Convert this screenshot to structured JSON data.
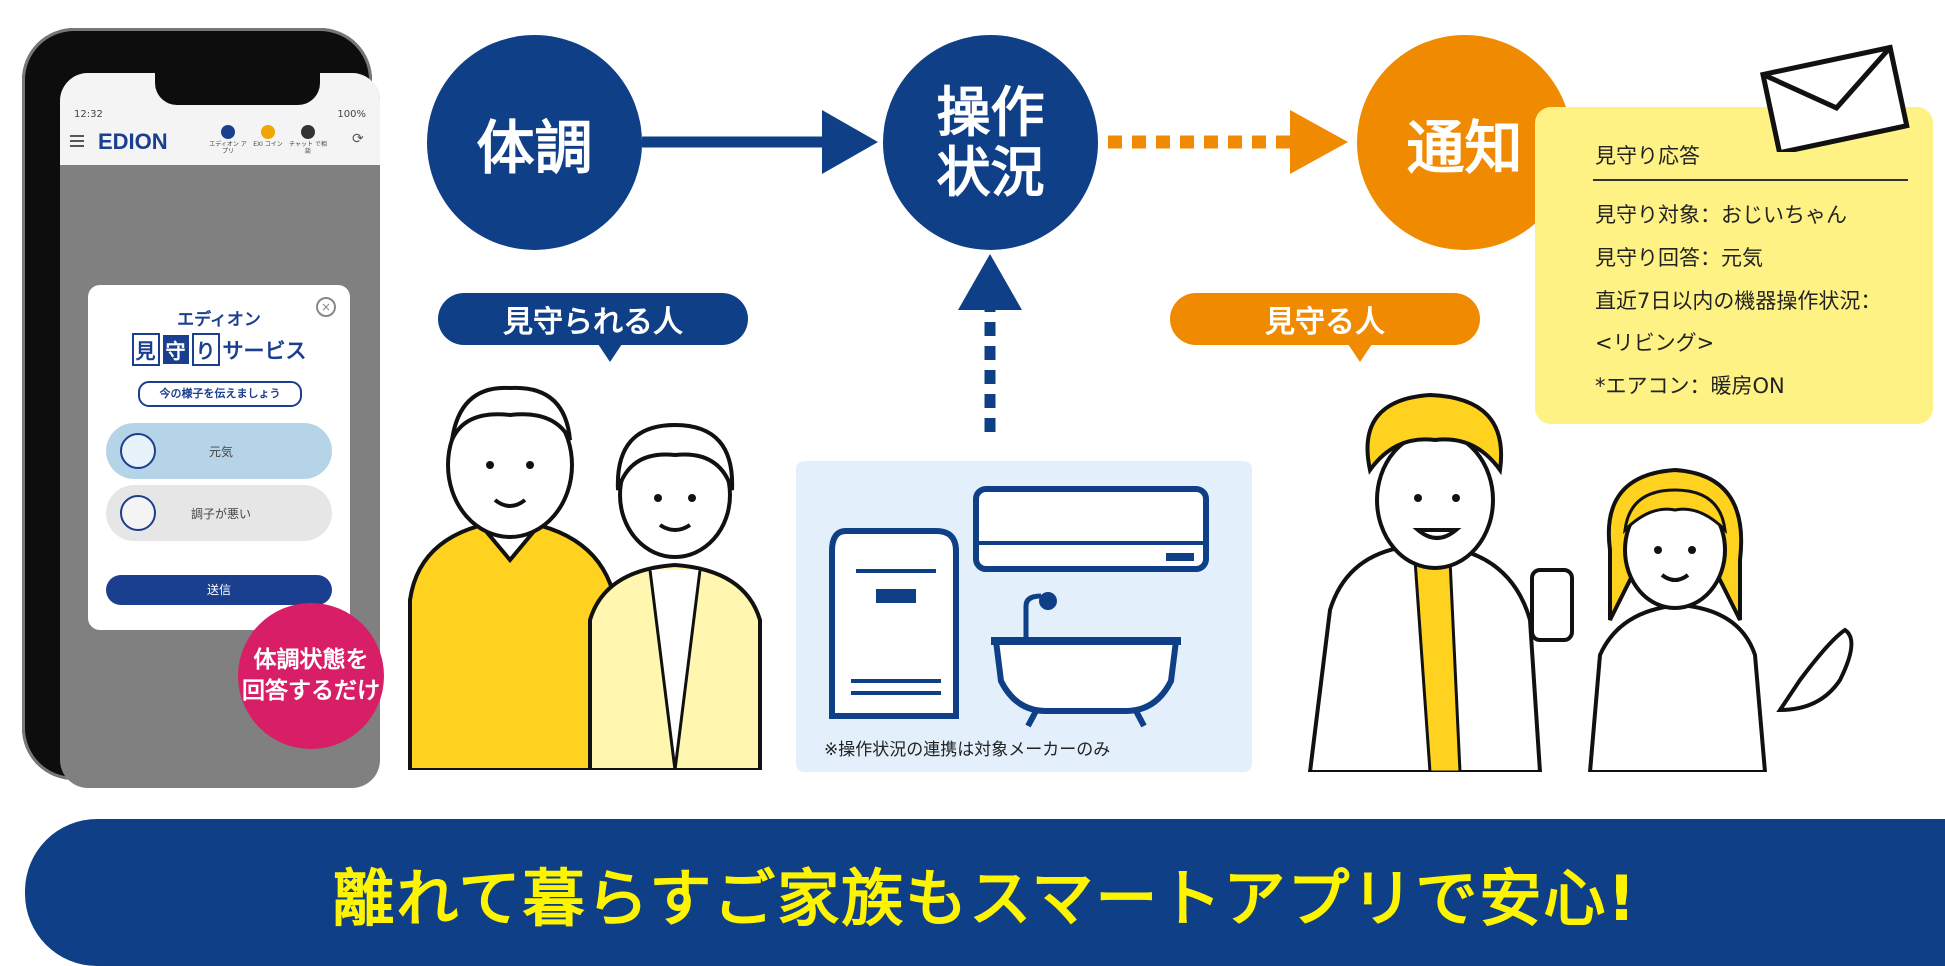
{
  "flow": {
    "step1": "体調",
    "step2_line1": "操作",
    "step2_line2": "状況",
    "step3": "通知"
  },
  "tags": {
    "watched": "見守られる人",
    "watcher": "見守る人"
  },
  "pink_bubble": {
    "line1": "体調状態を",
    "line2": "回答するだけ"
  },
  "appliance_note": "※操作状況の連携は対象メーカーのみ",
  "notification": {
    "title": "見守り応答",
    "lines": [
      "見守り対象：おじいちゃん",
      "見守り回答：元気",
      "直近7日以内の機器操作状況：",
      "<リビング>",
      "*エアコン：暖房ON"
    ]
  },
  "phone": {
    "status_time": "12:32",
    "status_battery": "100%",
    "app_logo": "EDION",
    "top_icons": [
      {
        "label": "エディオン アプリ",
        "icon": "app-icon"
      },
      {
        "label": "EXI コイン",
        "icon": "coin-icon"
      },
      {
        "label": "チャット で相談",
        "icon": "chat-icon"
      }
    ],
    "dialog": {
      "brand": "エディオン",
      "title_box1": "見",
      "title_box2": "守",
      "title_box3": "り",
      "title_rest": "サービス",
      "prompt": "今の様子を伝えましょう",
      "option_good": "元気",
      "option_bad": "調子が悪い",
      "submit": "送信"
    }
  },
  "banner": "離れて暮らすご家族もスマートアプリで安心!",
  "colors": {
    "navy": "#0f3f86",
    "orange": "#f08a00",
    "pink": "#d81e66",
    "yellow_note": "#fff285",
    "banner_text": "#fff400"
  }
}
